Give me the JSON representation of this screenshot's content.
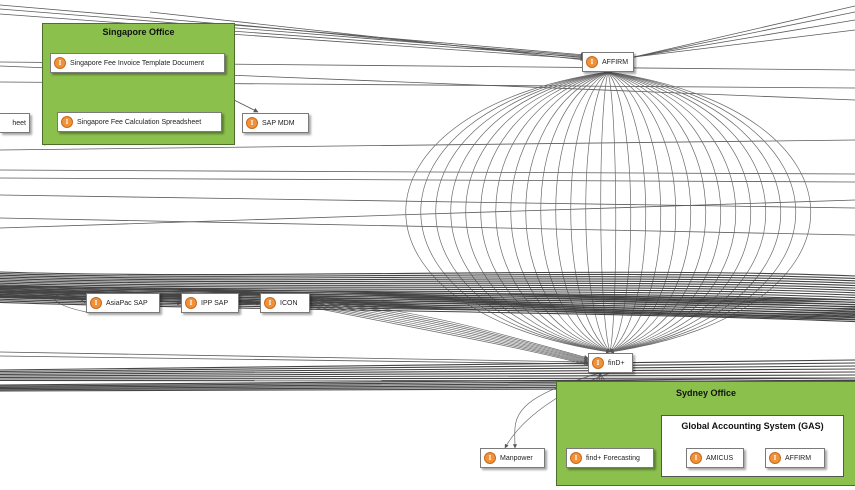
{
  "groups": {
    "singapore": "Singapore Office",
    "sydney": "Sydney Office",
    "gas": "Global Accounting System (GAS)"
  },
  "nodes": {
    "sheet_fragment": "heet",
    "sg_invoice": "Singapore Fee Invoice Template Document",
    "sg_calc": "Singapore Fee Calculation Spreadsheet",
    "sap_mdm": "SAP MDM",
    "affirm_top": "AFFIRM",
    "asiapac_sap": "AsiaPac SAP",
    "ipp_sap": "IPP SAP",
    "icon": "ICON",
    "find_plus": "finD+",
    "manpower": "Manpower",
    "find_forecasting": "find+ Forecasting",
    "amicus": "AMICUS",
    "affirm_gas": "AFFIRM"
  },
  "icons": {
    "node_icon": "information-icon",
    "node_icon_glyph": "I"
  },
  "colors": {
    "group_fill": "#8cc04d",
    "icon_fill": "#f0923a",
    "edge": "#555555"
  }
}
